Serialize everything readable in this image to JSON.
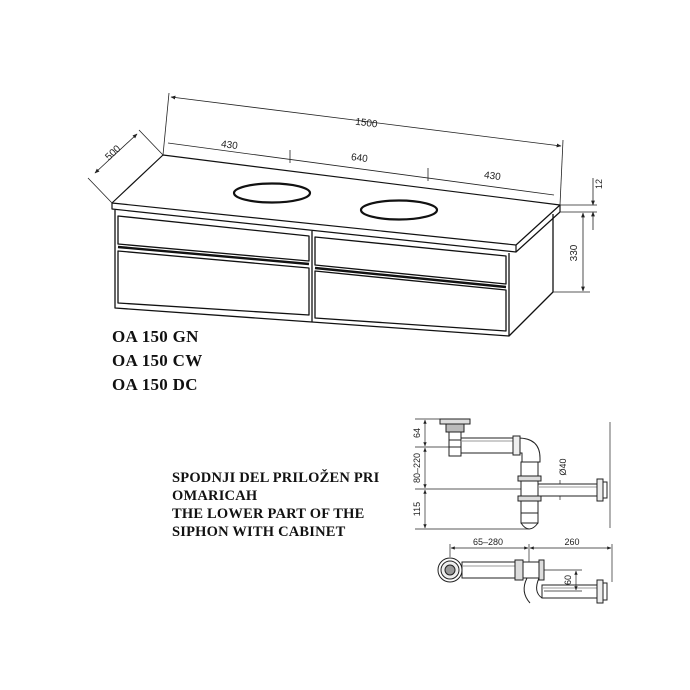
{
  "cabinet": {
    "dimensions": {
      "overall_width": "1500",
      "depth": "500",
      "left_segment": "430",
      "middle_segment": "640",
      "right_segment": "430",
      "top_thickness": "12",
      "height": "330"
    }
  },
  "models": [
    "OA 150 GN",
    "OA 150 CW",
    "OA 150 DC"
  ],
  "note_lines": [
    "SPODNJI DEL PRILOŽEN PRI",
    "OMARICAH",
    "THE LOWER PART OF THE",
    "SIPHON WITH CABINET"
  ],
  "siphon": {
    "dimensions": {
      "top": "64",
      "range_upper": "80–220",
      "lower_height": "115",
      "pipe_diameter": "Ø40",
      "plan_range": "65–280",
      "plan_length": "260",
      "plan_offset": "60"
    }
  }
}
